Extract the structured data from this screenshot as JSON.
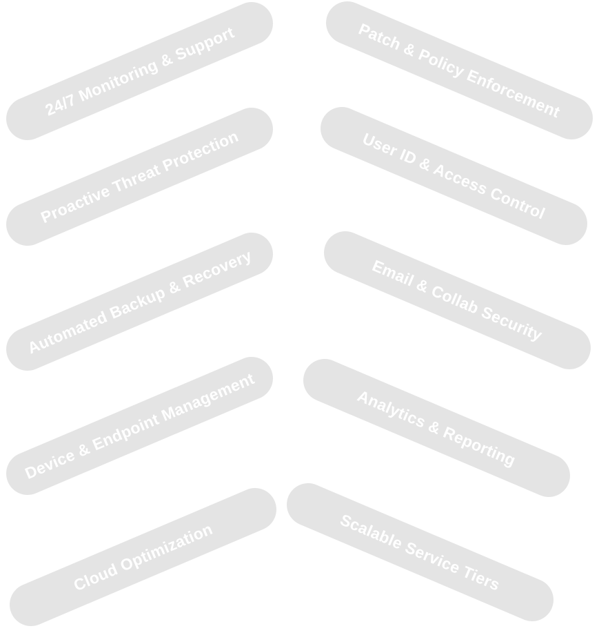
{
  "left_items": [
    {
      "label": "24/7 Monitoring & Support"
    },
    {
      "label": "Proactive Threat Protection"
    },
    {
      "label": "Automated Backup & Recovery"
    },
    {
      "label": "Device & Endpoint Management"
    },
    {
      "label": "Cloud Optimization"
    }
  ],
  "right_items": [
    {
      "label": "Patch & Policy Enforcement"
    },
    {
      "label": "User ID & Access Control"
    },
    {
      "label": "Email & Collab Security"
    },
    {
      "label": "Analytics & Reporting"
    },
    {
      "label": "Scalable Service Tiers"
    }
  ],
  "colors": {
    "pill": "#f0f0f0",
    "text": "#ffffff"
  }
}
